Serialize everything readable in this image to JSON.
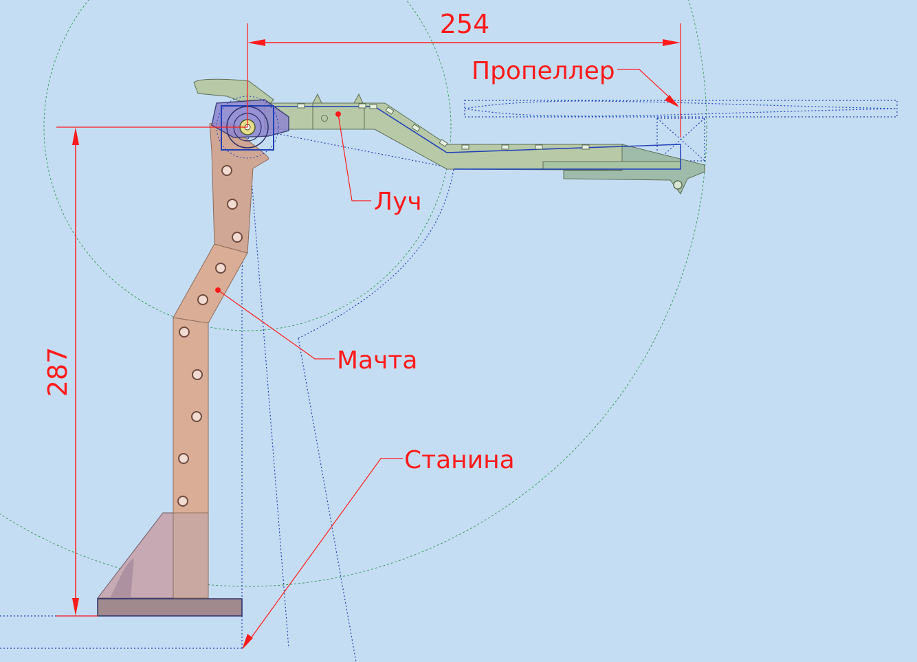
{
  "dimensions": {
    "horizontal": "254",
    "vertical": "287"
  },
  "labels": {
    "propeller": "Пропеллер",
    "beam": "Луч",
    "mast": "Мачта",
    "base": "Станина"
  },
  "colors": {
    "background": "#c5ddf3",
    "annotation": "#ff1a1a",
    "beam": "#b7c9a7",
    "mast": "#d9ad96",
    "mast_bottom": "#d1b1a0",
    "base": "#a08a8e",
    "gusset": "#c6a9b3",
    "hub": "#8f86cf",
    "outline": "#2b2f6b",
    "construction": "#1f3fb8",
    "circle": "#3a9a5c"
  }
}
